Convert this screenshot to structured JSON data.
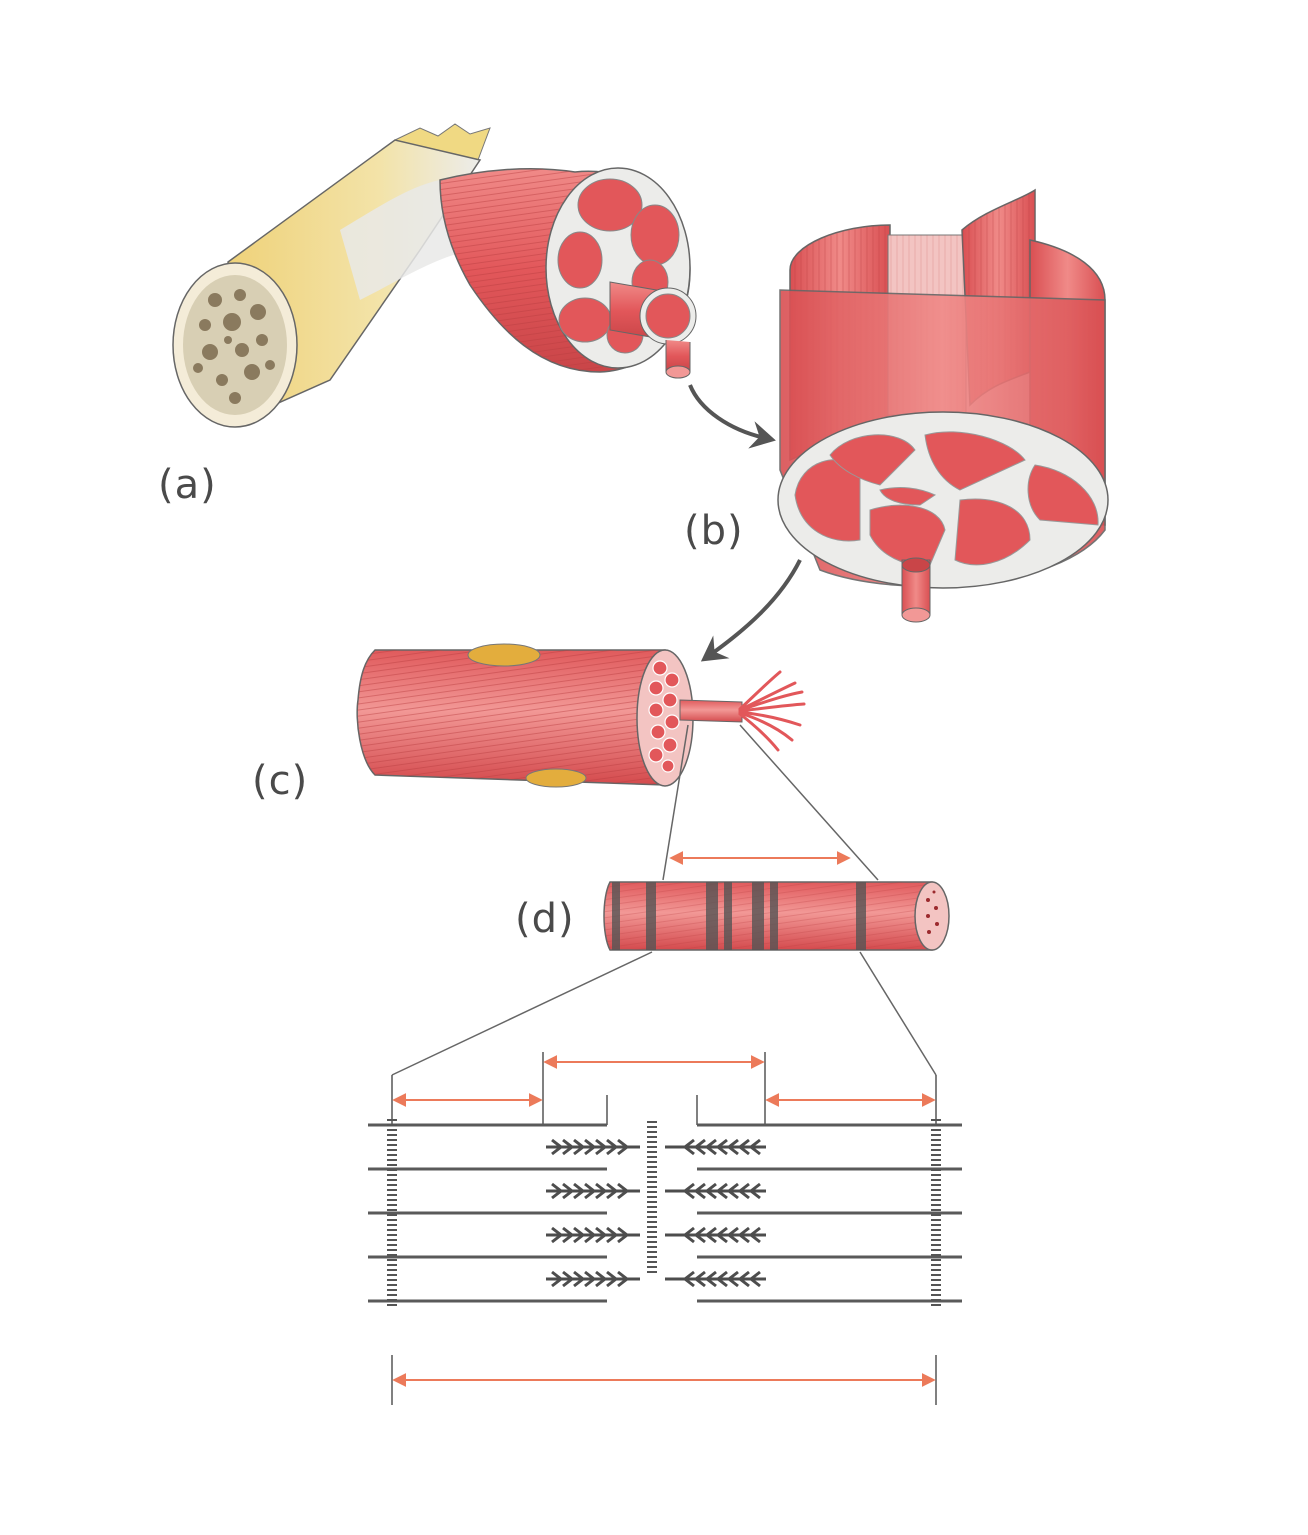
{
  "labels": {
    "a": "(a)",
    "b": "(b)",
    "c": "(c)",
    "d": "(d)"
  },
  "colors": {
    "muscle": "#e2575a",
    "muscle_light": "#f19a98",
    "muscle_dark": "#b93a3e",
    "tendon": "#f1dc8f",
    "tendon_white": "#e8e8e6",
    "bone_interior": "#d8cfb4",
    "bone_pore": "#8a7a5e",
    "outline": "#555555",
    "arrow": "#555555",
    "dimension_arrow": "#ec7a5a",
    "nucleus": "#e3ad3d",
    "filament": "#5a5a5a"
  },
  "sarcomere": {
    "filament_rows": 5,
    "myosin_rows": 4
  }
}
